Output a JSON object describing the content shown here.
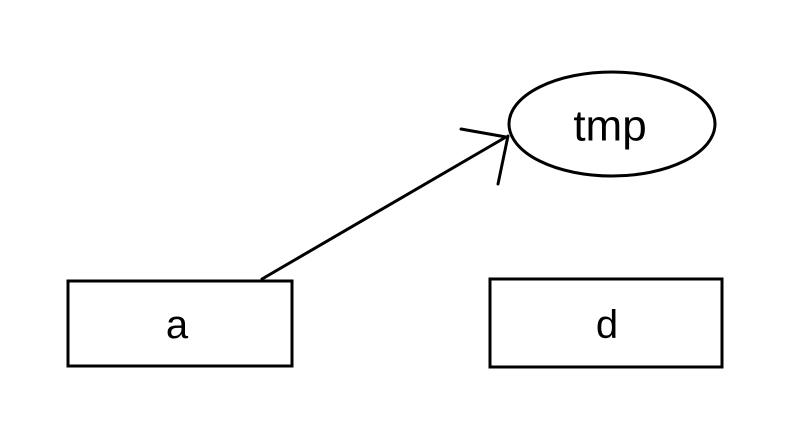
{
  "diagram": {
    "background_color": "#ffffff",
    "stroke_color": "#000000",
    "nodes": [
      {
        "id": "tmp",
        "label": "tmp",
        "shape": "ellipse"
      },
      {
        "id": "a",
        "label": "a",
        "shape": "rect"
      },
      {
        "id": "d",
        "label": "d",
        "shape": "rect"
      }
    ],
    "edges": [
      {
        "from": "a",
        "to": "tmp",
        "type": "arrow",
        "label": ""
      }
    ]
  }
}
